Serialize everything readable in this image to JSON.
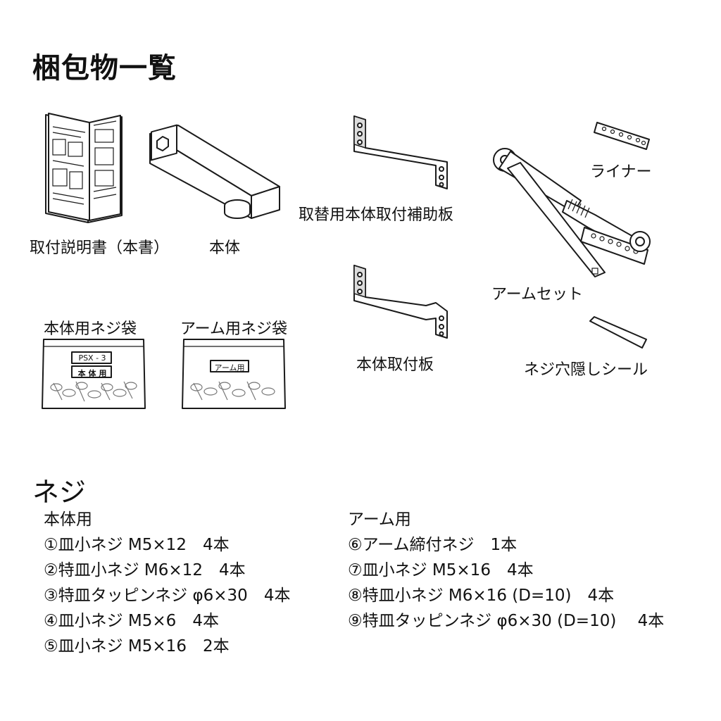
{
  "title": "梱包物一覧",
  "items": {
    "manual": "取付説明書（本書）",
    "body": "本体",
    "aux_plate": "取替用本体取付補助板",
    "arm_set": "アームセット",
    "liner": "ライナー",
    "body_screw_bag": "本体用ネジ袋",
    "arm_screw_bag": "アーム用ネジ袋",
    "body_plate": "本体取付板",
    "seal": "ネジ穴隠しシール"
  },
  "bags": {
    "body_tag_top": "PSX - 3",
    "body_tag_bottom": "本 体 用",
    "arm_tag": "アーム用"
  },
  "screws": {
    "title": "ネジ",
    "body_heading": "本体用",
    "body_list": [
      "①皿小ネジ M5×12　4本",
      "②特皿小ネジ M6×12　4本",
      "③特皿タッピンネジ φ6×30　4本",
      "④皿小ネジ M5×6　4本",
      "⑤皿小ネジ M5×16　2本"
    ],
    "arm_heading": "アーム用",
    "arm_list": [
      "⑥アーム締付ネジ　1本",
      "⑦皿小ネジ M5×16　4本",
      "⑧特皿小ネジ M6×16 (D=10)　4本",
      "⑨特皿タッピンネジ φ6×30 (D=10)　 4本"
    ]
  }
}
